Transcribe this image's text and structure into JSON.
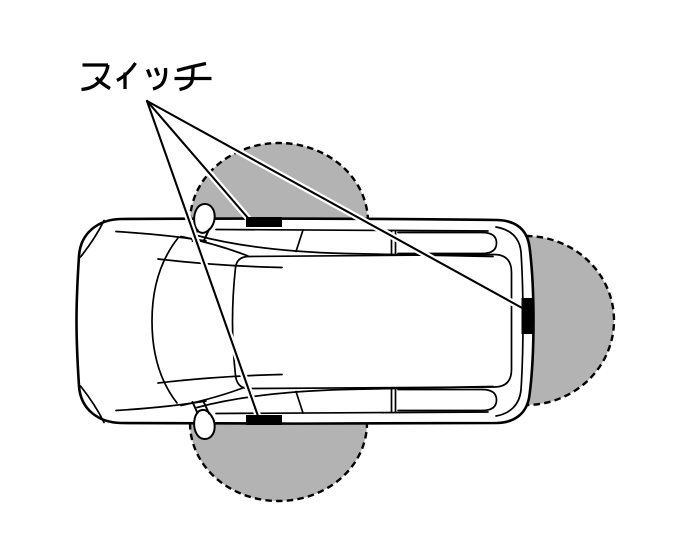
{
  "diagram": {
    "title_label": {
      "text": "スイッチ"
    },
    "vehicle_icon": "minivan-top-view-icon",
    "switches": [
      {
        "name": "upper-sliding-door-switch",
        "shape": "black-rectangle"
      },
      {
        "name": "lower-sliding-door-switch",
        "shape": "black-rectangle"
      },
      {
        "name": "tailgate-switch",
        "shape": "black-rectangle"
      }
    ],
    "detection_zones": [
      {
        "name": "upper-sliding-door-zone",
        "fill": "#b3b3b3",
        "border": "dashed"
      },
      {
        "name": "lower-sliding-door-zone",
        "fill": "#b3b3b3",
        "border": "dashed"
      },
      {
        "name": "tailgate-zone",
        "fill": "#b3b3b3",
        "border": "dashed"
      }
    ],
    "leader_lines": {
      "count": 3,
      "style": "black-with-white-halo"
    },
    "colors": {
      "background": "#ffffff",
      "line": "#000000",
      "zone_fill": "#b3b3b3",
      "switch_fill": "#000000"
    }
  }
}
